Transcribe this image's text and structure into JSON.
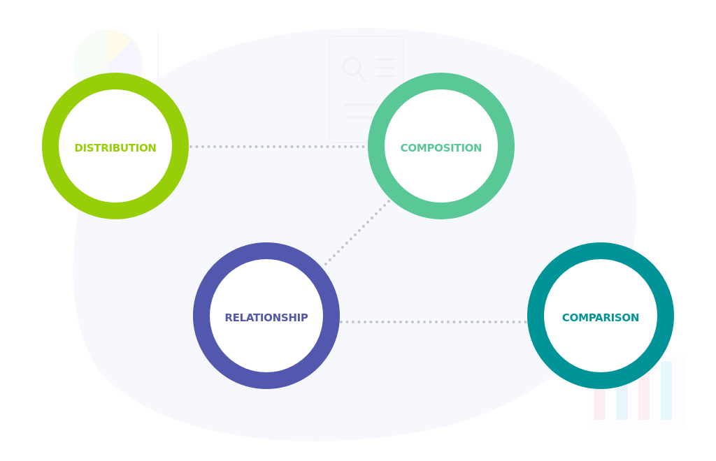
{
  "nodes": [
    {
      "id": "distribution",
      "label": "DISTRIBUTION",
      "color": "#96cf08"
    },
    {
      "id": "composition",
      "label": "COMPOSITION",
      "color": "#5ac896"
    },
    {
      "id": "relationship",
      "label": "RELATIONSHIP",
      "color": "#5158ae"
    },
    {
      "id": "comparison",
      "label": "COMPARISON",
      "color": "#009499"
    }
  ],
  "connector_color": "#c4c6cf",
  "background_color": "#f7f8fd"
}
